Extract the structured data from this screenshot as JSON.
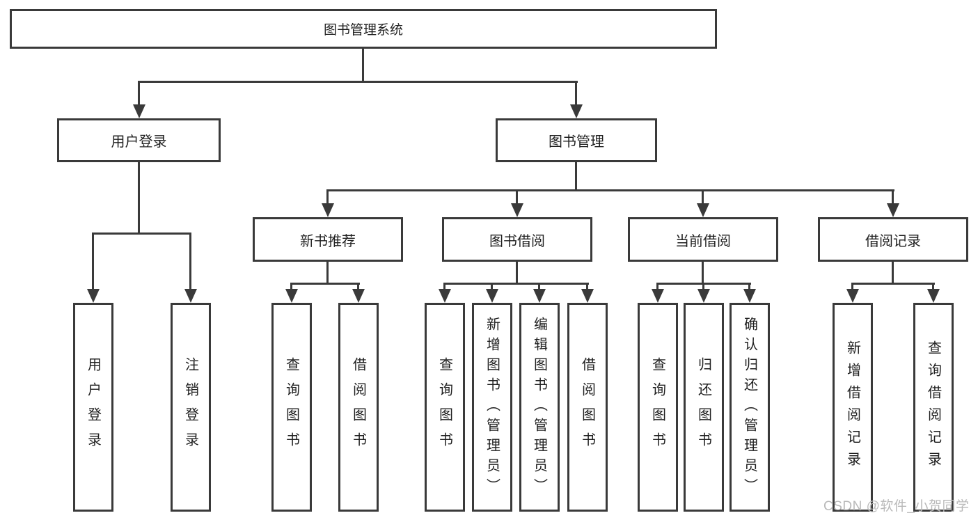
{
  "diagram": {
    "root": {
      "label": "图书管理系统"
    },
    "level2": [
      {
        "label": "用户登录"
      },
      {
        "label": "图书管理"
      }
    ],
    "level3": [
      {
        "label": "新书推荐",
        "parent": "图书管理"
      },
      {
        "label": "图书借阅",
        "parent": "图书管理"
      },
      {
        "label": "当前借阅",
        "parent": "图书管理"
      },
      {
        "label": "借阅记录",
        "parent": "图书管理"
      }
    ],
    "leaves": [
      {
        "label": "用户登录",
        "parent": "用户登录"
      },
      {
        "label": "注销登录",
        "parent": "用户登录"
      },
      {
        "label": "查询图书",
        "parent": "新书推荐"
      },
      {
        "label": "借阅图书",
        "parent": "新书推荐"
      },
      {
        "label": "查询图书",
        "parent": "图书借阅"
      },
      {
        "label": "新增图书（管理员）",
        "parent": "图书借阅"
      },
      {
        "label": "编辑图书（管理员）",
        "parent": "图书借阅"
      },
      {
        "label": "借阅图书",
        "parent": "图书借阅"
      },
      {
        "label": "查询图书",
        "parent": "当前借阅"
      },
      {
        "label": "归还图书",
        "parent": "当前借阅"
      },
      {
        "label": "确认归还（管理员）",
        "parent": "当前借阅"
      },
      {
        "label": "新增借阅记录",
        "parent": "借阅记录"
      },
      {
        "label": "查询借阅记录",
        "parent": "借阅记录"
      }
    ]
  },
  "watermark": {
    "text": "CSDN @软件_小贺同学"
  },
  "colors": {
    "line": "#3a3a3a",
    "text": "#1f1f1f",
    "watermark": "#b9b9b9",
    "background": "#ffffff"
  }
}
